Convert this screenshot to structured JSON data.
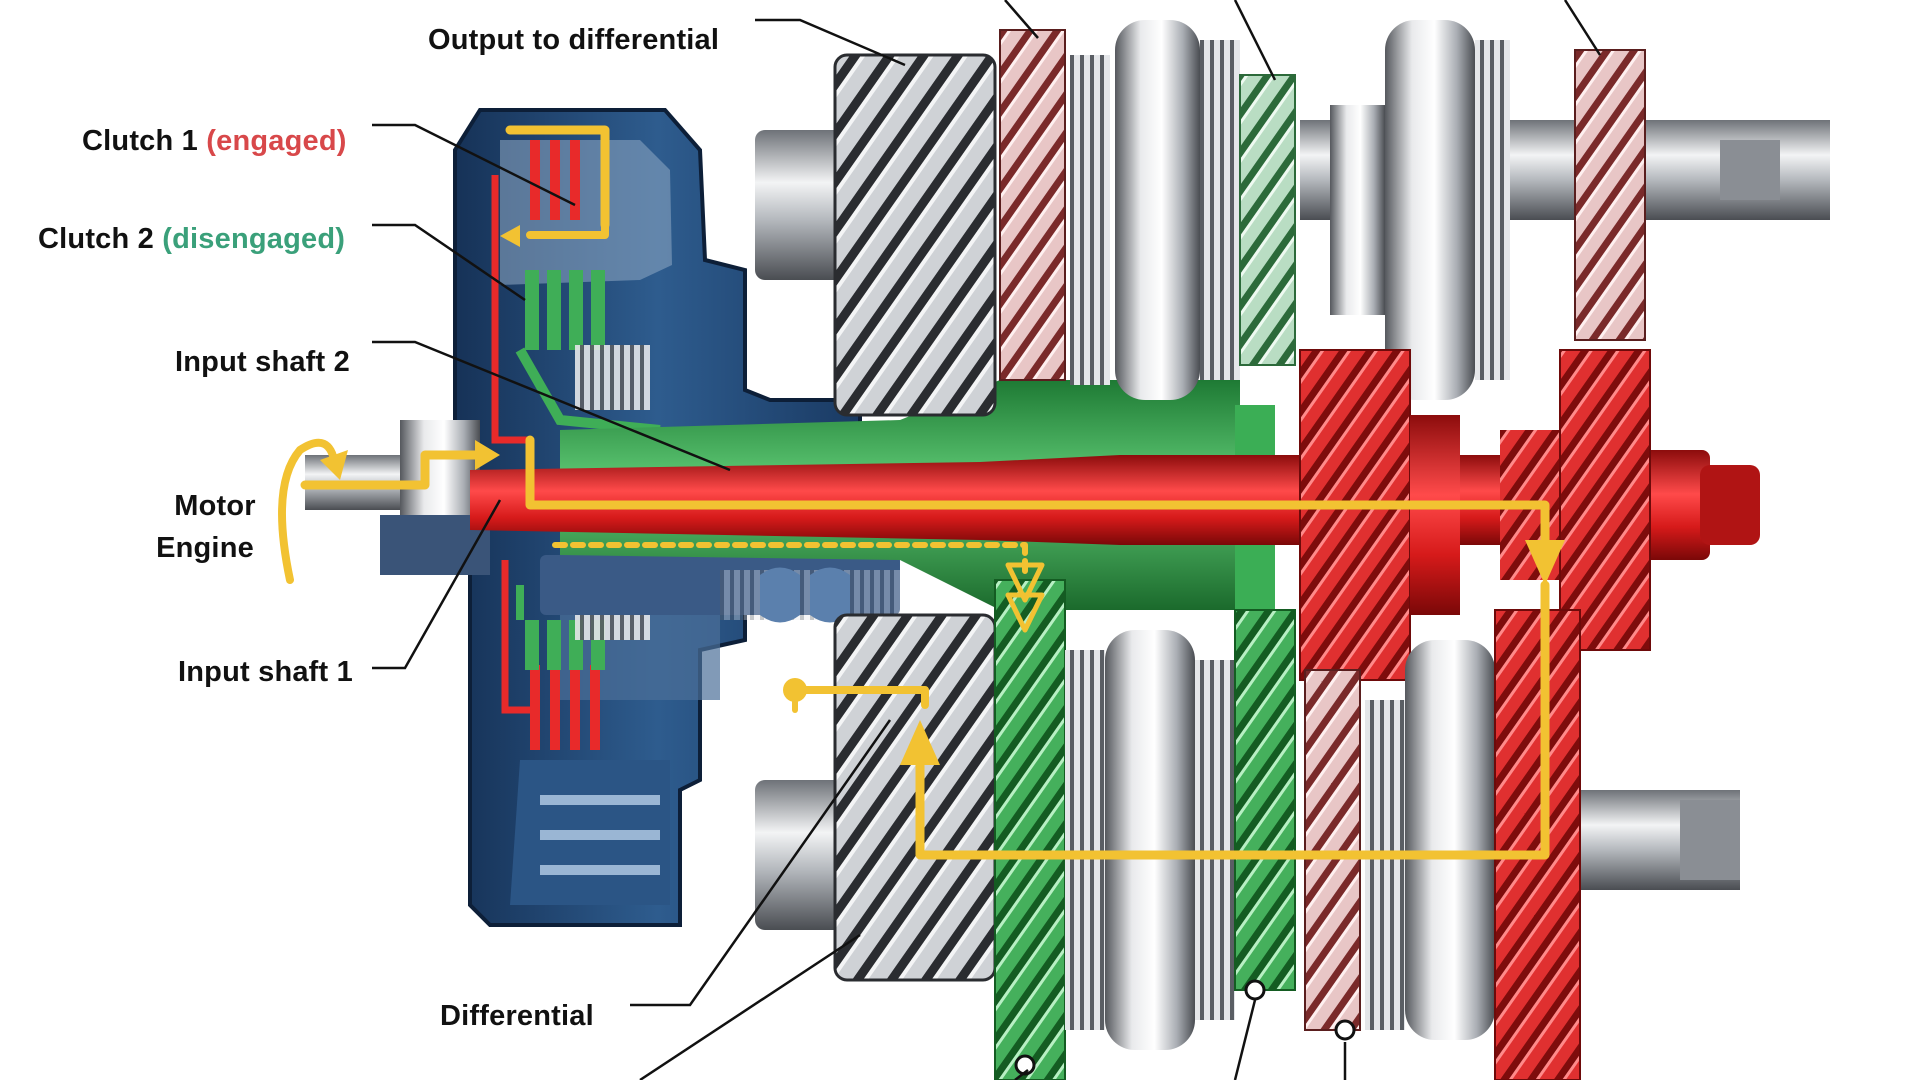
{
  "labels": {
    "output": "Output to differential",
    "clutch1": "Clutch 1",
    "clutch1_state": "(engaged)",
    "clutch2": "Clutch 2",
    "clutch2_state": "(disengaged)",
    "input2": "Input shaft 2",
    "motor": "Motor",
    "engine": "Engine",
    "input1": "Input shaft 1",
    "differential": "Differential"
  },
  "colors": {
    "engaged": "#d8484a",
    "disengaged": "#3aa07a",
    "flow": "#f2c232",
    "odd_gear_path": "#dd1f1f",
    "even_gear_path": "#2f9a45",
    "housing": "#1f3f6e",
    "steel": "#b8bcc2"
  }
}
